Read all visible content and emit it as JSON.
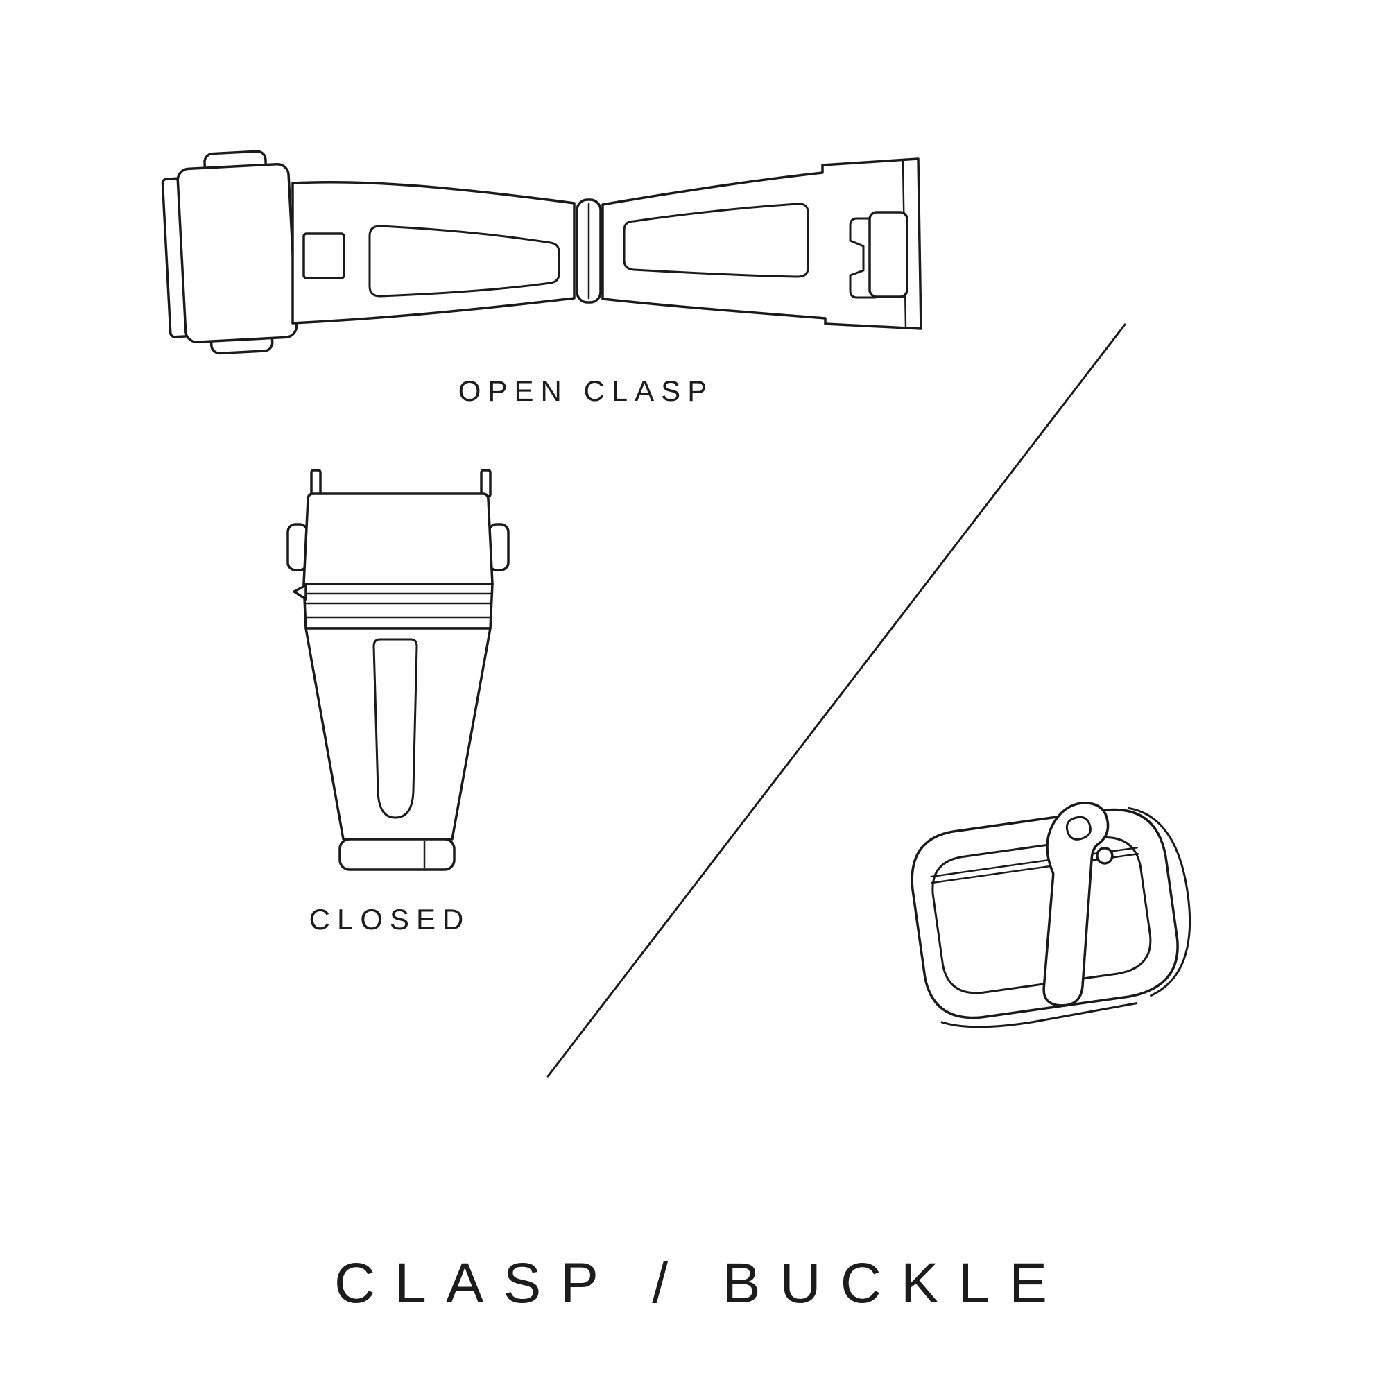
{
  "title": "CLASP / BUCKLE",
  "labels": {
    "open_clasp": "OPEN CLASP",
    "closed": "CLOSED"
  },
  "illustrations": [
    {
      "name": "open-clasp-drawing",
      "caption": "OPEN CLASP"
    },
    {
      "name": "closed-clasp-drawing",
      "caption": "CLOSED"
    },
    {
      "name": "buckle-drawing",
      "caption": ""
    },
    {
      "name": "diagonal-divider-line",
      "caption": ""
    }
  ],
  "colors": {
    "background": "#ffffff",
    "line": "#1a1a1a",
    "text": "#1c1c1c"
  }
}
